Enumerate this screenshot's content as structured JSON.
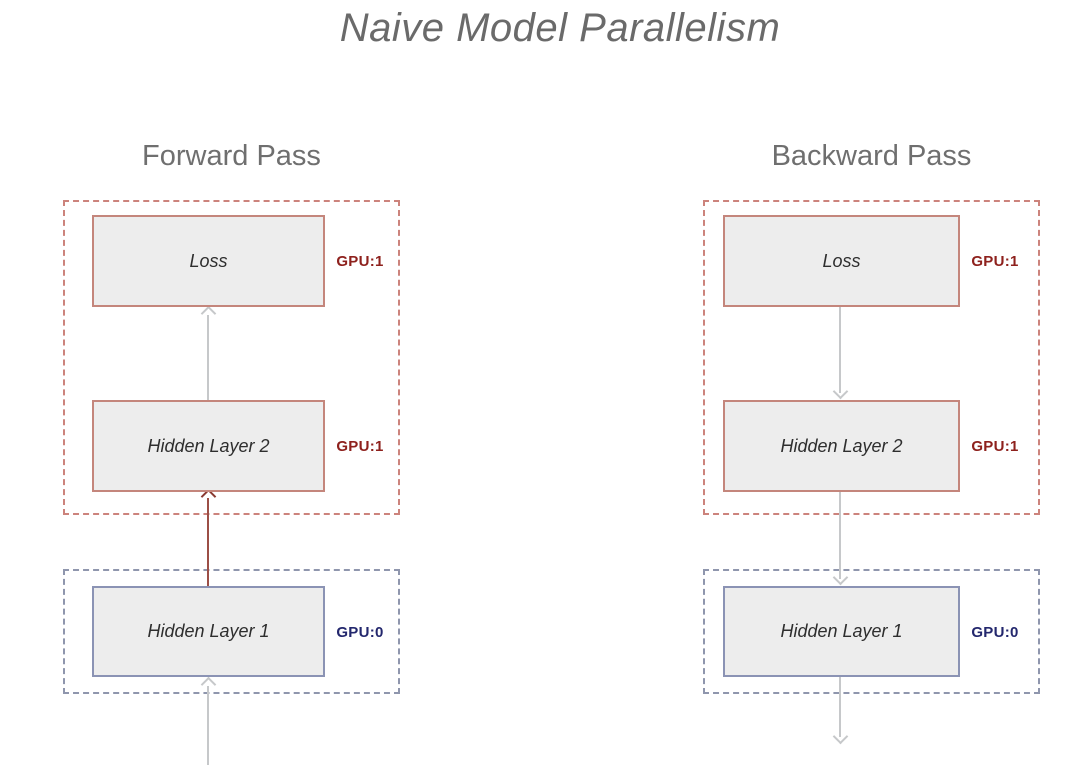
{
  "title": "Naive Model Parallelism",
  "panels": {
    "forward": {
      "heading": "Forward Pass",
      "flow_direction": "up",
      "boxes": [
        {
          "label": "Loss",
          "gpu": "GPU:1"
        },
        {
          "label": "Hidden Layer 2",
          "gpu": "GPU:1"
        },
        {
          "label": "Hidden Layer 1",
          "gpu": "GPU:0"
        }
      ]
    },
    "backward": {
      "heading": "Backward Pass",
      "flow_direction": "down",
      "boxes": [
        {
          "label": "Loss",
          "gpu": "GPU:1"
        },
        {
          "label": "Hidden Layer 2",
          "gpu": "GPU:1"
        },
        {
          "label": "Hidden Layer 1",
          "gpu": "GPU:0"
        }
      ]
    }
  },
  "colors": {
    "title_gray": "#6a6a6a",
    "heading_gray": "#6f6f6f",
    "box_fill": "#ededed",
    "box_border_red": "#c4867c",
    "box_border_blue": "#8b93b4",
    "group_border_red": "#cc837c",
    "group_border_blue": "#8f96ad",
    "gpu1_text_red": "#8e211d",
    "gpu0_text_navy": "#23276d",
    "arrow_gray": "#c6c8ca",
    "arrow_red": "#9c4f46"
  }
}
